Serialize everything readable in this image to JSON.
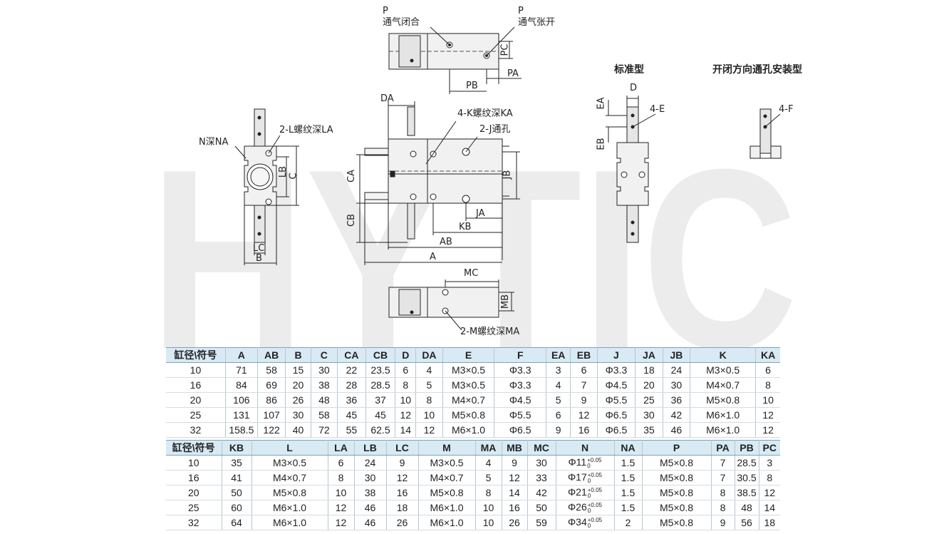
{
  "watermark": "HYTIC",
  "labels": {
    "p_left": "P",
    "p_left_text": "通气闭合",
    "p_right": "P",
    "p_right_text": "通气张开",
    "pc": "PC",
    "pa": "PA",
    "pb": "PB",
    "da": "DA",
    "k_thread": "4-K螺纹深KA",
    "j_hole": "2-J通孔",
    "n_depth": "N深NA",
    "l_thread": "2-L螺纹深LA",
    "lb": "LB",
    "c": "C",
    "lc": "LC",
    "b": "B",
    "ca": "CA",
    "cb": "CB",
    "jb": "JB",
    "ja": "JA",
    "kb": "KB",
    "ab": "AB",
    "a": "A",
    "mc": "MC",
    "mb": "MB",
    "m_thread": "2-M螺纹深MA",
    "standard": "标准型",
    "through": "开闭方向通孔安装型",
    "d": "D",
    "ea": "EA",
    "eb": "EB",
    "e4": "4-E",
    "f4": "4-F"
  },
  "table1": {
    "headers": [
      "缸径\\符号",
      "A",
      "AB",
      "B",
      "C",
      "CA",
      "CB",
      "D",
      "DA",
      "E",
      "F",
      "EA",
      "EB",
      "J",
      "JA",
      "JB",
      "K",
      "KA"
    ],
    "rows": [
      [
        "10",
        "71",
        "58",
        "15",
        "30",
        "22",
        "23.5",
        "6",
        "4",
        "M3×0.5",
        "Φ3.3",
        "3",
        "6",
        "Φ3.3",
        "18",
        "24",
        "M3×0.5",
        "6"
      ],
      [
        "16",
        "84",
        "69",
        "20",
        "38",
        "28",
        "28.5",
        "8",
        "5",
        "M3×0.5",
        "Φ3.3",
        "4",
        "7",
        "Φ4.5",
        "20",
        "30",
        "M4×0.7",
        "8"
      ],
      [
        "20",
        "106",
        "86",
        "26",
        "48",
        "36",
        "37",
        "10",
        "8",
        "M4×0.7",
        "Φ4.5",
        "5",
        "9",
        "Φ5.5",
        "25",
        "36",
        "M5×0.8",
        "10"
      ],
      [
        "25",
        "131",
        "107",
        "30",
        "58",
        "45",
        "45",
        "12",
        "10",
        "M5×0.8",
        "Φ5.5",
        "6",
        "12",
        "Φ6.5",
        "30",
        "42",
        "M6×1.0",
        "12"
      ],
      [
        "32",
        "158.5",
        "122",
        "40",
        "72",
        "55",
        "62.5",
        "14",
        "12",
        "M6×1.0",
        "Φ6.5",
        "9",
        "16",
        "Φ6.5",
        "35",
        "46",
        "M6×1.0",
        "12"
      ]
    ]
  },
  "table2": {
    "headers": [
      "缸径\\符号",
      "KB",
      "L",
      "LA",
      "LB",
      "LC",
      "M",
      "MA",
      "MB",
      "MC",
      "N",
      "NA",
      "P",
      "PA",
      "PB",
      "PC"
    ],
    "rows": [
      [
        "10",
        "35",
        "M3×0.5",
        "6",
        "24",
        "9",
        "M3×0.5",
        "4",
        "9",
        "30",
        "Φ11",
        "1.5",
        "M5×0.8",
        "7",
        "28.5",
        "3"
      ],
      [
        "16",
        "41",
        "M4×0.7",
        "8",
        "30",
        "12",
        "M4×0.7",
        "5",
        "12",
        "33",
        "Φ17",
        "1.5",
        "M5×0.8",
        "7",
        "30.5",
        "8"
      ],
      [
        "20",
        "50",
        "M5×0.8",
        "10",
        "38",
        "16",
        "M5×0.8",
        "8",
        "14",
        "42",
        "Φ21",
        "1.5",
        "M5×0.8",
        "8",
        "38.5",
        "12"
      ],
      [
        "25",
        "60",
        "M6×1.0",
        "12",
        "46",
        "18",
        "M6×1.0",
        "10",
        "16",
        "50",
        "Φ26",
        "1.5",
        "M5×0.8",
        "8",
        "48",
        "14"
      ],
      [
        "32",
        "64",
        "M6×1.0",
        "12",
        "46",
        "26",
        "M6×1.0",
        "10",
        "26",
        "59",
        "Φ34",
        "2",
        "M5×0.8",
        "9",
        "56",
        "18"
      ]
    ],
    "tol_upper": "+0.05",
    "tol_lower": "0"
  }
}
